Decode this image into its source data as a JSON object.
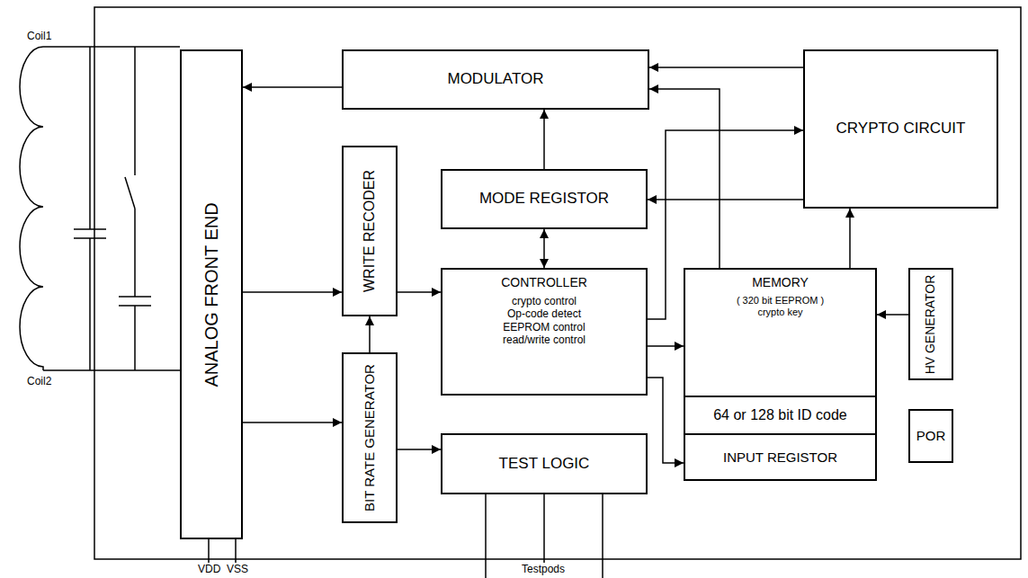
{
  "diagram": {
    "nodes": [
      {
        "text": [
          "MODULATOR"
        ]
      },
      {
        "text": [
          "CRYPTO CIRCUIT"
        ]
      },
      {
        "text": [
          "ANALOG FRONT END"
        ]
      },
      {
        "text": [
          "MODE REGISTOR"
        ]
      },
      {
        "text": [
          "WRITE RECODER"
        ]
      },
      {
        "text": [
          "CONTROLLER",
          "crypto control",
          "Op-code detect",
          "EEPROM control",
          "read/write control"
        ]
      },
      {
        "text": [
          "MEMORY",
          "( 320 bit EEPROM )",
          "crypto key"
        ]
      },
      {
        "text": [
          "64 or 128 bit ID code"
        ]
      },
      {
        "text": [
          "INPUT REGISTOR"
        ]
      },
      {
        "text": [
          "HV GENERATOR"
        ]
      },
      {
        "text": [
          "POR"
        ]
      },
      {
        "text": [
          "BIT RATE GENERATOR"
        ]
      },
      {
        "text": [
          "TEST LOGIC"
        ]
      }
    ],
    "edges": [
      {
        "from": 0,
        "to": 2,
        "arrow": "to"
      },
      {
        "from": 1,
        "to": 0,
        "arrow": "to"
      },
      {
        "from": 6,
        "to": 0,
        "arrow": "to"
      },
      {
        "from": 5,
        "to": 1,
        "arrow": "to"
      },
      {
        "from": 6,
        "to": 1,
        "arrow": "to"
      },
      {
        "from": 3,
        "to": 0,
        "arrow": "to"
      },
      {
        "from": 1,
        "to": 3,
        "arrow": "to"
      },
      {
        "from": 3,
        "to": 5,
        "arrow": "both"
      },
      {
        "from": 2,
        "to": 4,
        "arrow": "to"
      },
      {
        "from": 4,
        "to": 5,
        "arrow": "to"
      },
      {
        "from": 11,
        "to": 4,
        "arrow": "to"
      },
      {
        "from": 2,
        "to": 11,
        "arrow": "to"
      },
      {
        "from": 11,
        "to": 12,
        "arrow": "to"
      },
      {
        "from": 5,
        "to": 6,
        "arrow": "to"
      },
      {
        "from": 5,
        "to": 8,
        "arrow": "to"
      },
      {
        "from": 8,
        "to": 7,
        "arrow": "to"
      },
      {
        "from": 9,
        "to": 6,
        "arrow": "to"
      }
    ],
    "labels": [
      "Coil1",
      "Coil2",
      "VDD",
      "VSS",
      "Testpods"
    ]
  }
}
